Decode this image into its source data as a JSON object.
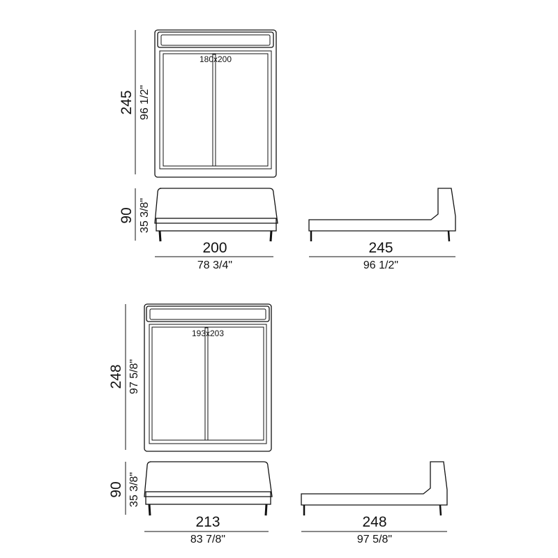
{
  "variants": [
    {
      "mattress": "180x200",
      "length_cm": "245",
      "length_in": "96 1/2\"",
      "height_cm": "90",
      "height_in": "35 3/8\"",
      "width_cm": "200",
      "width_in": "78 3/4\"",
      "side_length_cm": "245",
      "side_length_in": "96 1/2\""
    },
    {
      "mattress": "193x203",
      "length_cm": "248",
      "length_in": "97 5/8\"",
      "height_cm": "90",
      "height_in": "35 3/8\"",
      "width_cm": "213",
      "width_in": "83 7/8\"",
      "side_length_cm": "248",
      "side_length_in": "97 5/8\""
    }
  ]
}
